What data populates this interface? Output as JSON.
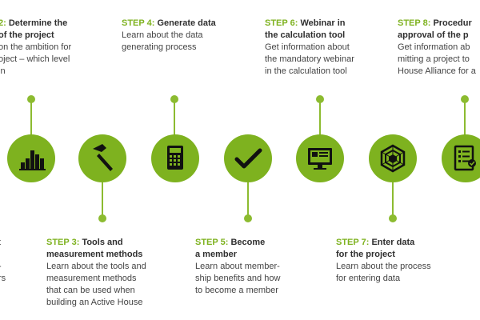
{
  "accent_color": "#7eb21f",
  "steps_top": [
    {
      "step": "2:",
      "title": "Determine the",
      "title2": "of the project",
      "desc": [
        "on the ambition for",
        "oject – which level",
        "in"
      ],
      "icon": "bar-chart-icon"
    },
    {
      "step": "STEP 4:",
      "title": "Generate data",
      "title2": "",
      "desc": [
        "Learn about the data",
        "generating process"
      ],
      "icon": "calculator-icon"
    },
    {
      "step": "STEP 6:",
      "title": "Webinar in",
      "title2": "the calculation tool",
      "desc": [
        "Get information about",
        "the mandatory webinar",
        "in the calculation tool"
      ],
      "icon": "monitor-icon"
    },
    {
      "step": "STEP 8:",
      "title": "Procedur",
      "title2": "approval of the p",
      "desc": [
        "Get information ab",
        "mitting a project to",
        "House Alliance for a"
      ],
      "icon": "checklist-icon"
    }
  ],
  "steps_bottom": [
    {
      "step": "",
      "title": "",
      "title2": "",
      "desc": [
        "t",
        "",
        "-",
        "rs"
      ],
      "icon": ""
    },
    {
      "step": "STEP 3:",
      "title": "Tools and",
      "title2": "measurement methods",
      "desc": [
        "Learn about the tools and",
        "measurement methods",
        "that can be used when",
        "building an Active House"
      ],
      "icon": "hammer-icon"
    },
    {
      "step": "STEP 5:",
      "title": "Become",
      "title2": "a member",
      "desc": [
        "Learn about member-",
        "ship benefits and how",
        "to become a member"
      ],
      "icon": "checkmark-icon"
    },
    {
      "step": "STEP 7:",
      "title": "Enter data",
      "title2": "for the project",
      "desc": [
        "Learn about the process",
        "for entering data"
      ],
      "icon": "radar-icon"
    }
  ]
}
